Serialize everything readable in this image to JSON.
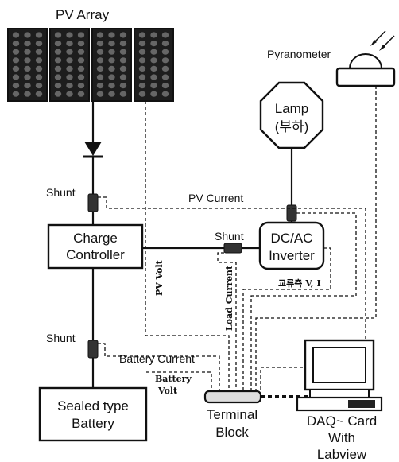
{
  "labels": {
    "pv_array": "PV Array",
    "pyranometer": "Pyranometer",
    "lamp_line1": "Lamp",
    "lamp_line2": "(부하)",
    "shunt_top": "Shunt",
    "shunt_middle": "Shunt",
    "shunt_bottom": "Shunt",
    "pv_current": "PV Current",
    "charge_controller_line1": "Charge",
    "charge_controller_line2": "Controller",
    "inverter_line1": "DC/AC",
    "inverter_line2": "Inverter",
    "pv_volt": "PV Volt",
    "load_current": "Load Current",
    "ac_side": "교류측 V, I",
    "battery_current": "Battery Current",
    "battery_volt_line1": "Battery",
    "battery_volt_line2": "Volt",
    "battery_line1": "Sealed type",
    "battery_line2": "Battery",
    "terminal_line1": "Terminal",
    "terminal_line2": "Block",
    "daq_line1": "DAQ~ Card",
    "daq_line2": "With",
    "daq_line3": "Labview"
  }
}
